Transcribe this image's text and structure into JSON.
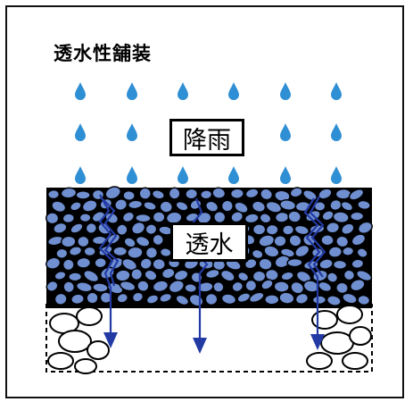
{
  "diagram": {
    "title": "透水性舗装",
    "rain_label": "降雨",
    "permeation_label": "透水",
    "colors": {
      "raindrop": "#2f8fd4",
      "pebble": "#6f8fd1",
      "arrow": "#233aa4",
      "outline": "#000000"
    },
    "icons": [
      "raindrop-icon",
      "pebble-layer",
      "lightning-flow-arrow",
      "downward-arrow"
    ]
  }
}
